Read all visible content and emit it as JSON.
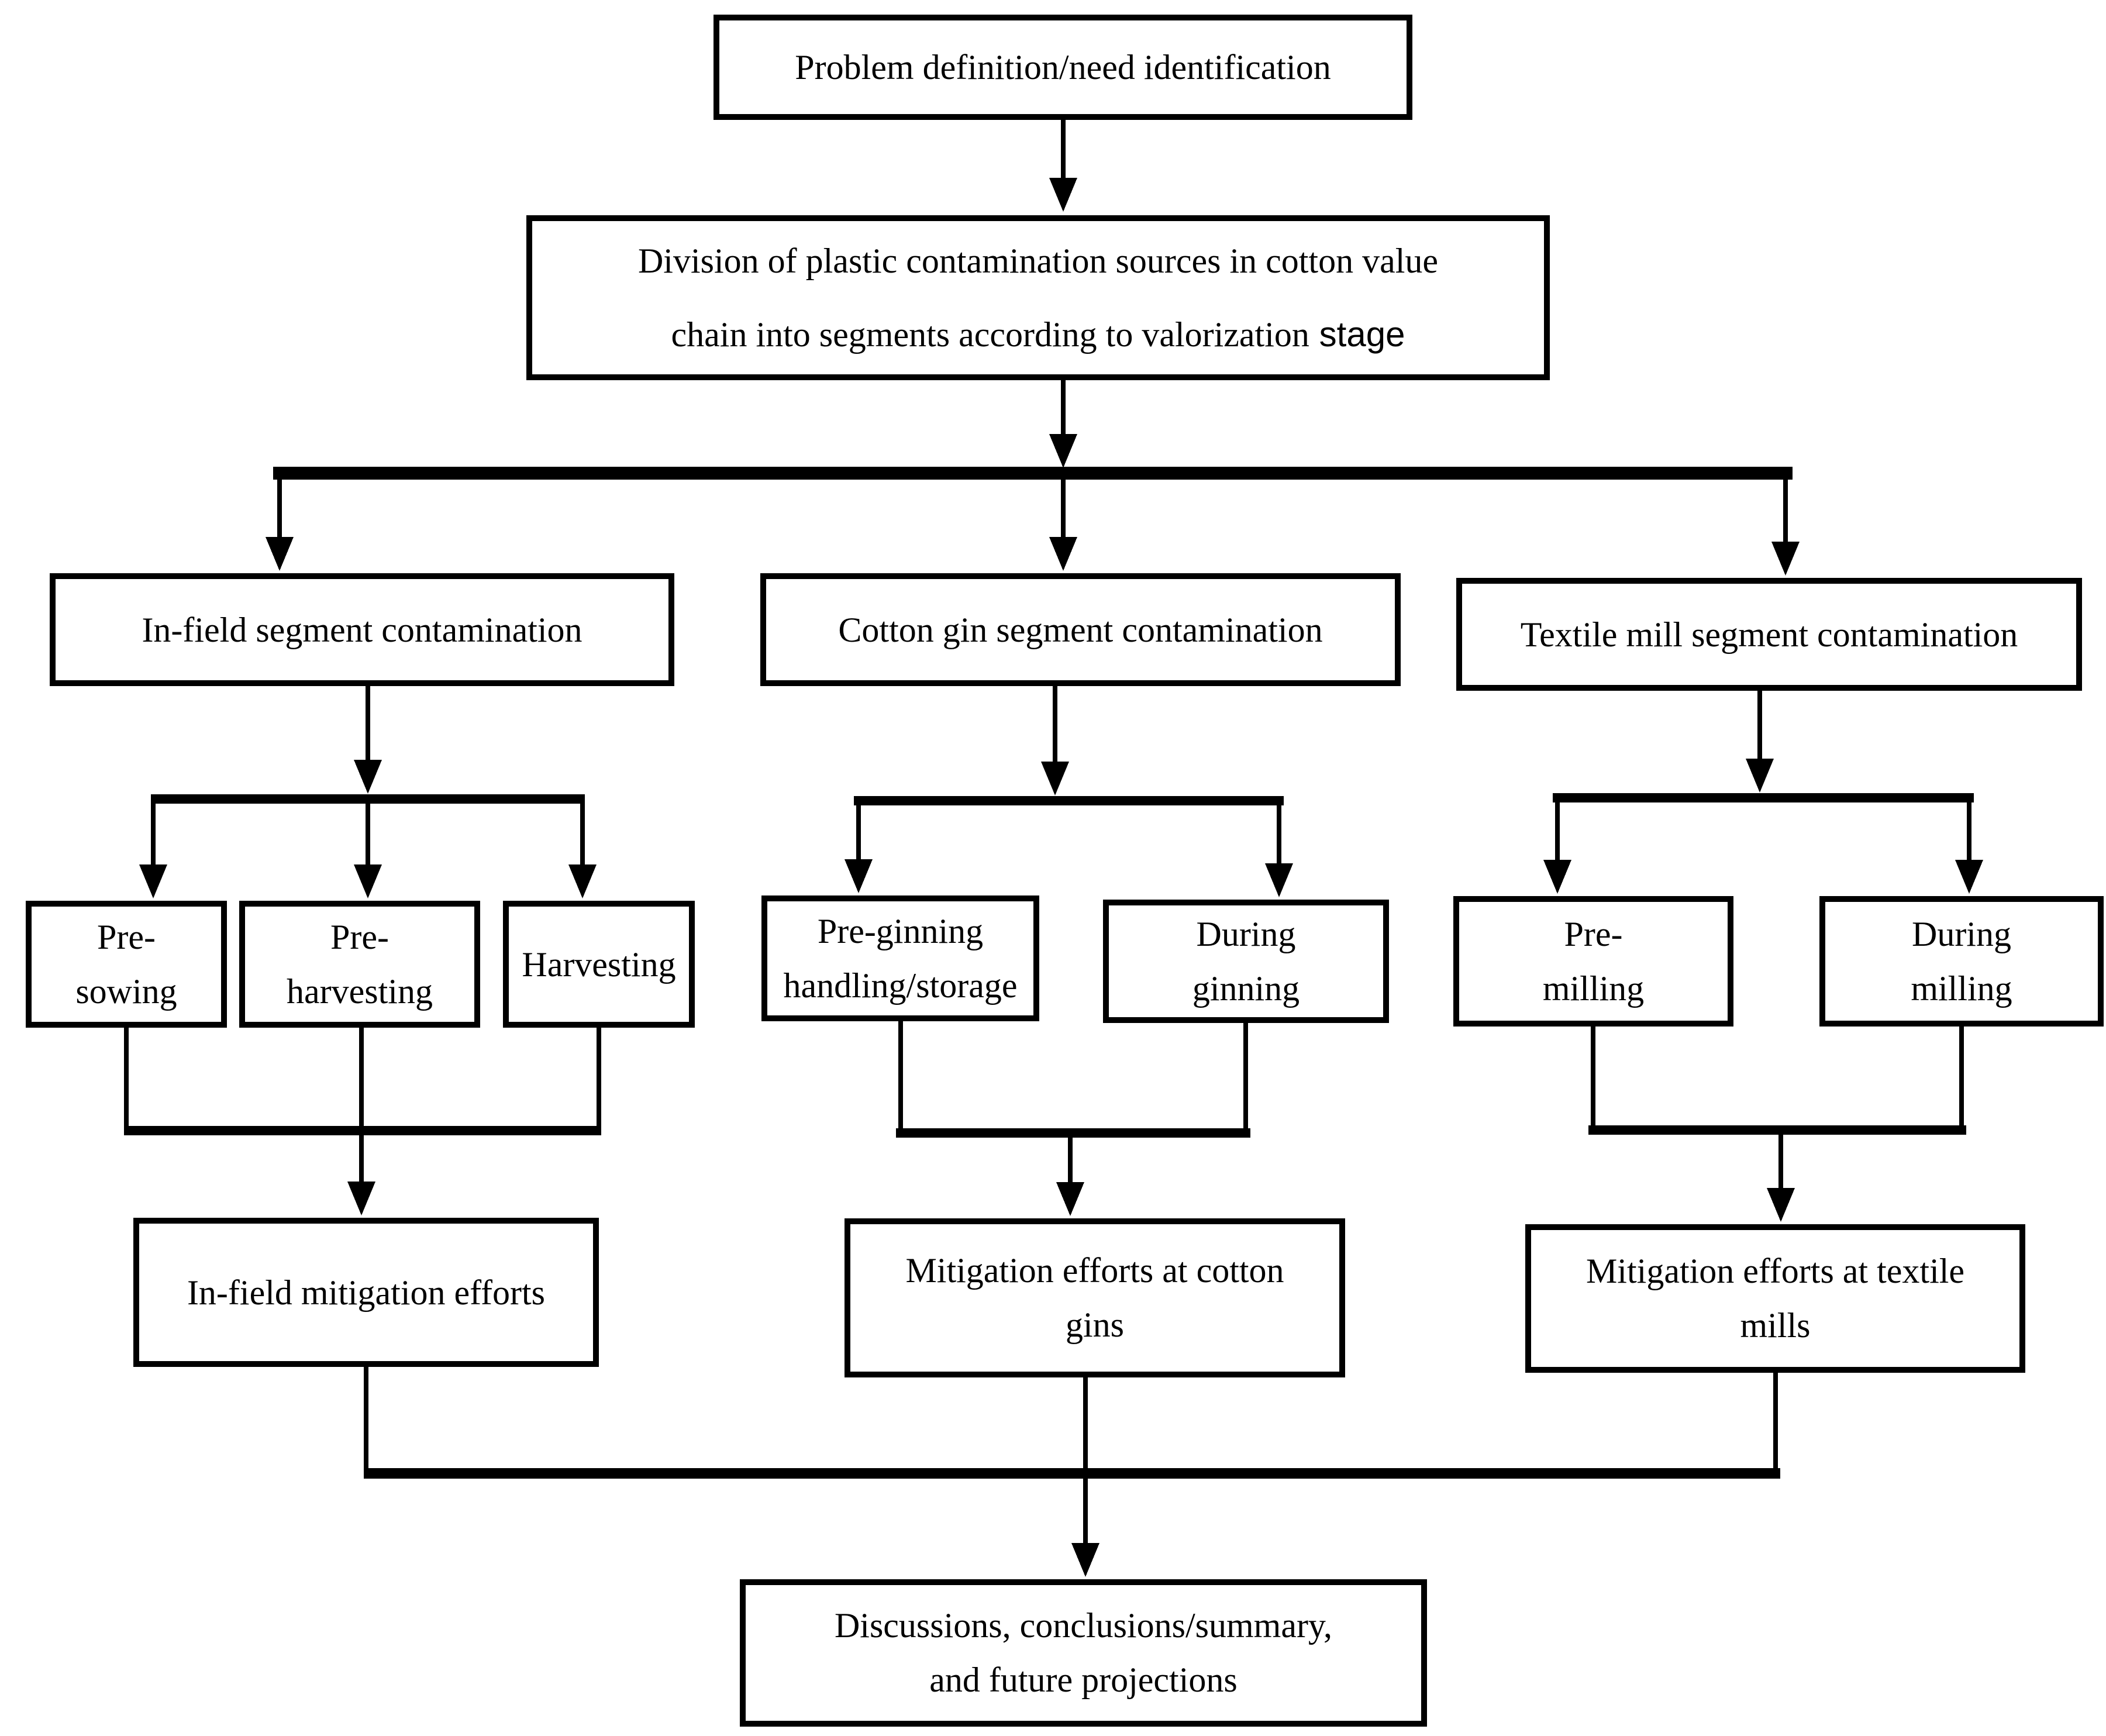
{
  "colors": {
    "line": "#000000",
    "box_background": "#ffffff",
    "text": "#000000"
  },
  "nodes": {
    "problem": {
      "line1": "Problem definition/need identification"
    },
    "division": {
      "line1": "Division of plastic contamination sources in cotton value",
      "line2_main": "chain into segments according to valorization",
      "line2_tail": "stage"
    },
    "infield_segment": {
      "line1": "In-field segment contamination"
    },
    "gin_segment": {
      "line1": "Cotton gin segment contamination"
    },
    "mill_segment": {
      "line1": "Textile mill segment contamination"
    },
    "pre_sowing": {
      "line1": "Pre-",
      "line2": "sowing"
    },
    "pre_harvesting": {
      "line1": "Pre-",
      "line2": "harvesting"
    },
    "harvesting": {
      "line1": "Harvesting"
    },
    "pre_ginning": {
      "line1": "Pre-ginning",
      "line2": "handling/storage"
    },
    "during_ginning": {
      "line1": "During",
      "line2": "ginning"
    },
    "pre_milling": {
      "line1": "Pre-",
      "line2": "milling"
    },
    "during_milling": {
      "line1": "During",
      "line2": "milling"
    },
    "infield_mitigation": {
      "line1": "In-field mitigation efforts"
    },
    "gin_mitigation": {
      "line1": "Mitigation efforts at cotton",
      "line2": "gins"
    },
    "mill_mitigation": {
      "line1": "Mitigation efforts at textile",
      "line2": "mills"
    },
    "conclusions": {
      "line1": "Discussions, conclusions/summary,",
      "line2": "and future projections"
    }
  }
}
